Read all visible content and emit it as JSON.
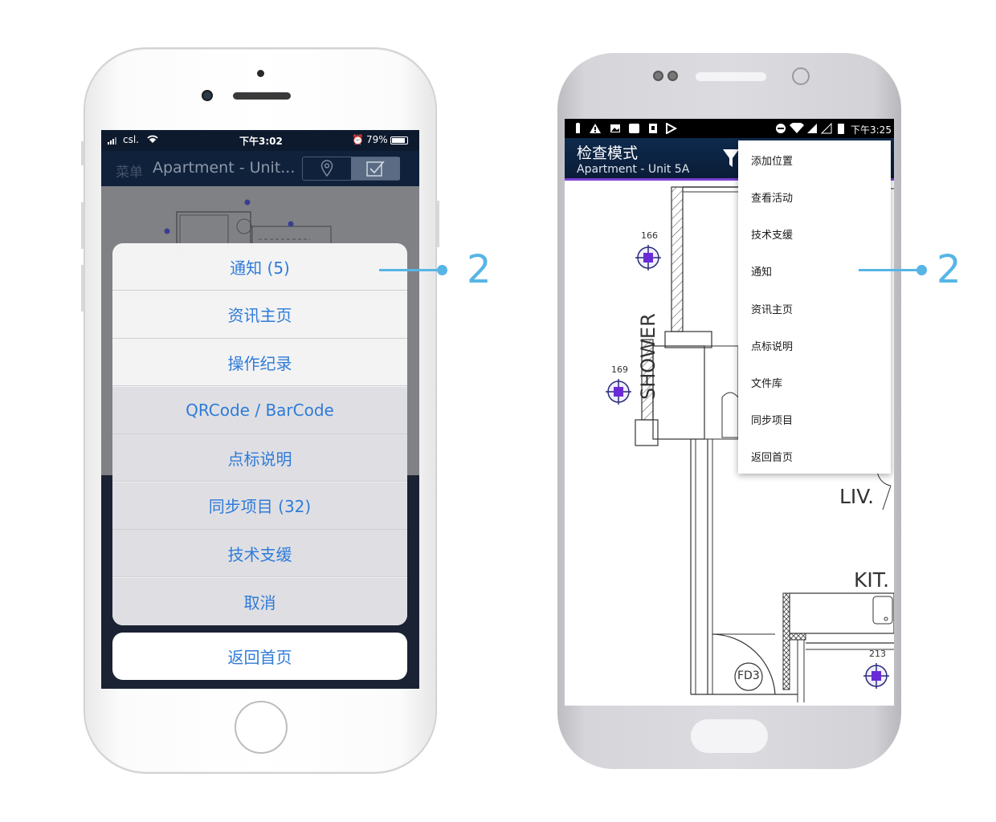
{
  "iphone": {
    "status": {
      "carrier": "csl.",
      "time": "下午3:02",
      "battery": "79%"
    },
    "nav": {
      "menu_label": "菜单",
      "title": "Apartment - Unit...",
      "location_icon": "location-pin-icon",
      "check_icon": "checkbox-icon"
    },
    "action_sheet": {
      "items": [
        {
          "label": "通知 (5)"
        },
        {
          "label": "资讯主页"
        },
        {
          "label": "操作纪录"
        },
        {
          "label": "QRCode / BarCode"
        },
        {
          "label": "点标说明"
        },
        {
          "label": "同步项目 (32)"
        },
        {
          "label": "技术支缓"
        },
        {
          "label": "取消"
        }
      ],
      "home_button": "返回首页"
    }
  },
  "android": {
    "status": {
      "time": "下午3:25"
    },
    "appbar": {
      "title": "检查模式",
      "subtitle": "Apartment - Unit 5A"
    },
    "menu": {
      "items": [
        {
          "label": "添加位置"
        },
        {
          "label": "查看活动"
        },
        {
          "label": "技术支缓"
        },
        {
          "label": "通知"
        },
        {
          "label": "资讯主页"
        },
        {
          "label": "点标说明"
        },
        {
          "label": "文件库"
        },
        {
          "label": "同步项目"
        },
        {
          "label": "返回首页"
        }
      ]
    },
    "plan": {
      "markers": [
        {
          "label": "166"
        },
        {
          "label": "169"
        },
        {
          "label": "213"
        }
      ],
      "labels": {
        "shower": "SHOWER",
        "liv": "LIV.",
        "kit": "KIT.",
        "fd": "FD3"
      }
    }
  },
  "callouts": [
    {
      "number": "2"
    },
    {
      "number": "2"
    }
  ],
  "colors": {
    "accent_blue": "#2f7bd8",
    "callout": "#57b5e6",
    "android_bar": "#0e2a4d",
    "android_underline": "#7a3fd1"
  }
}
